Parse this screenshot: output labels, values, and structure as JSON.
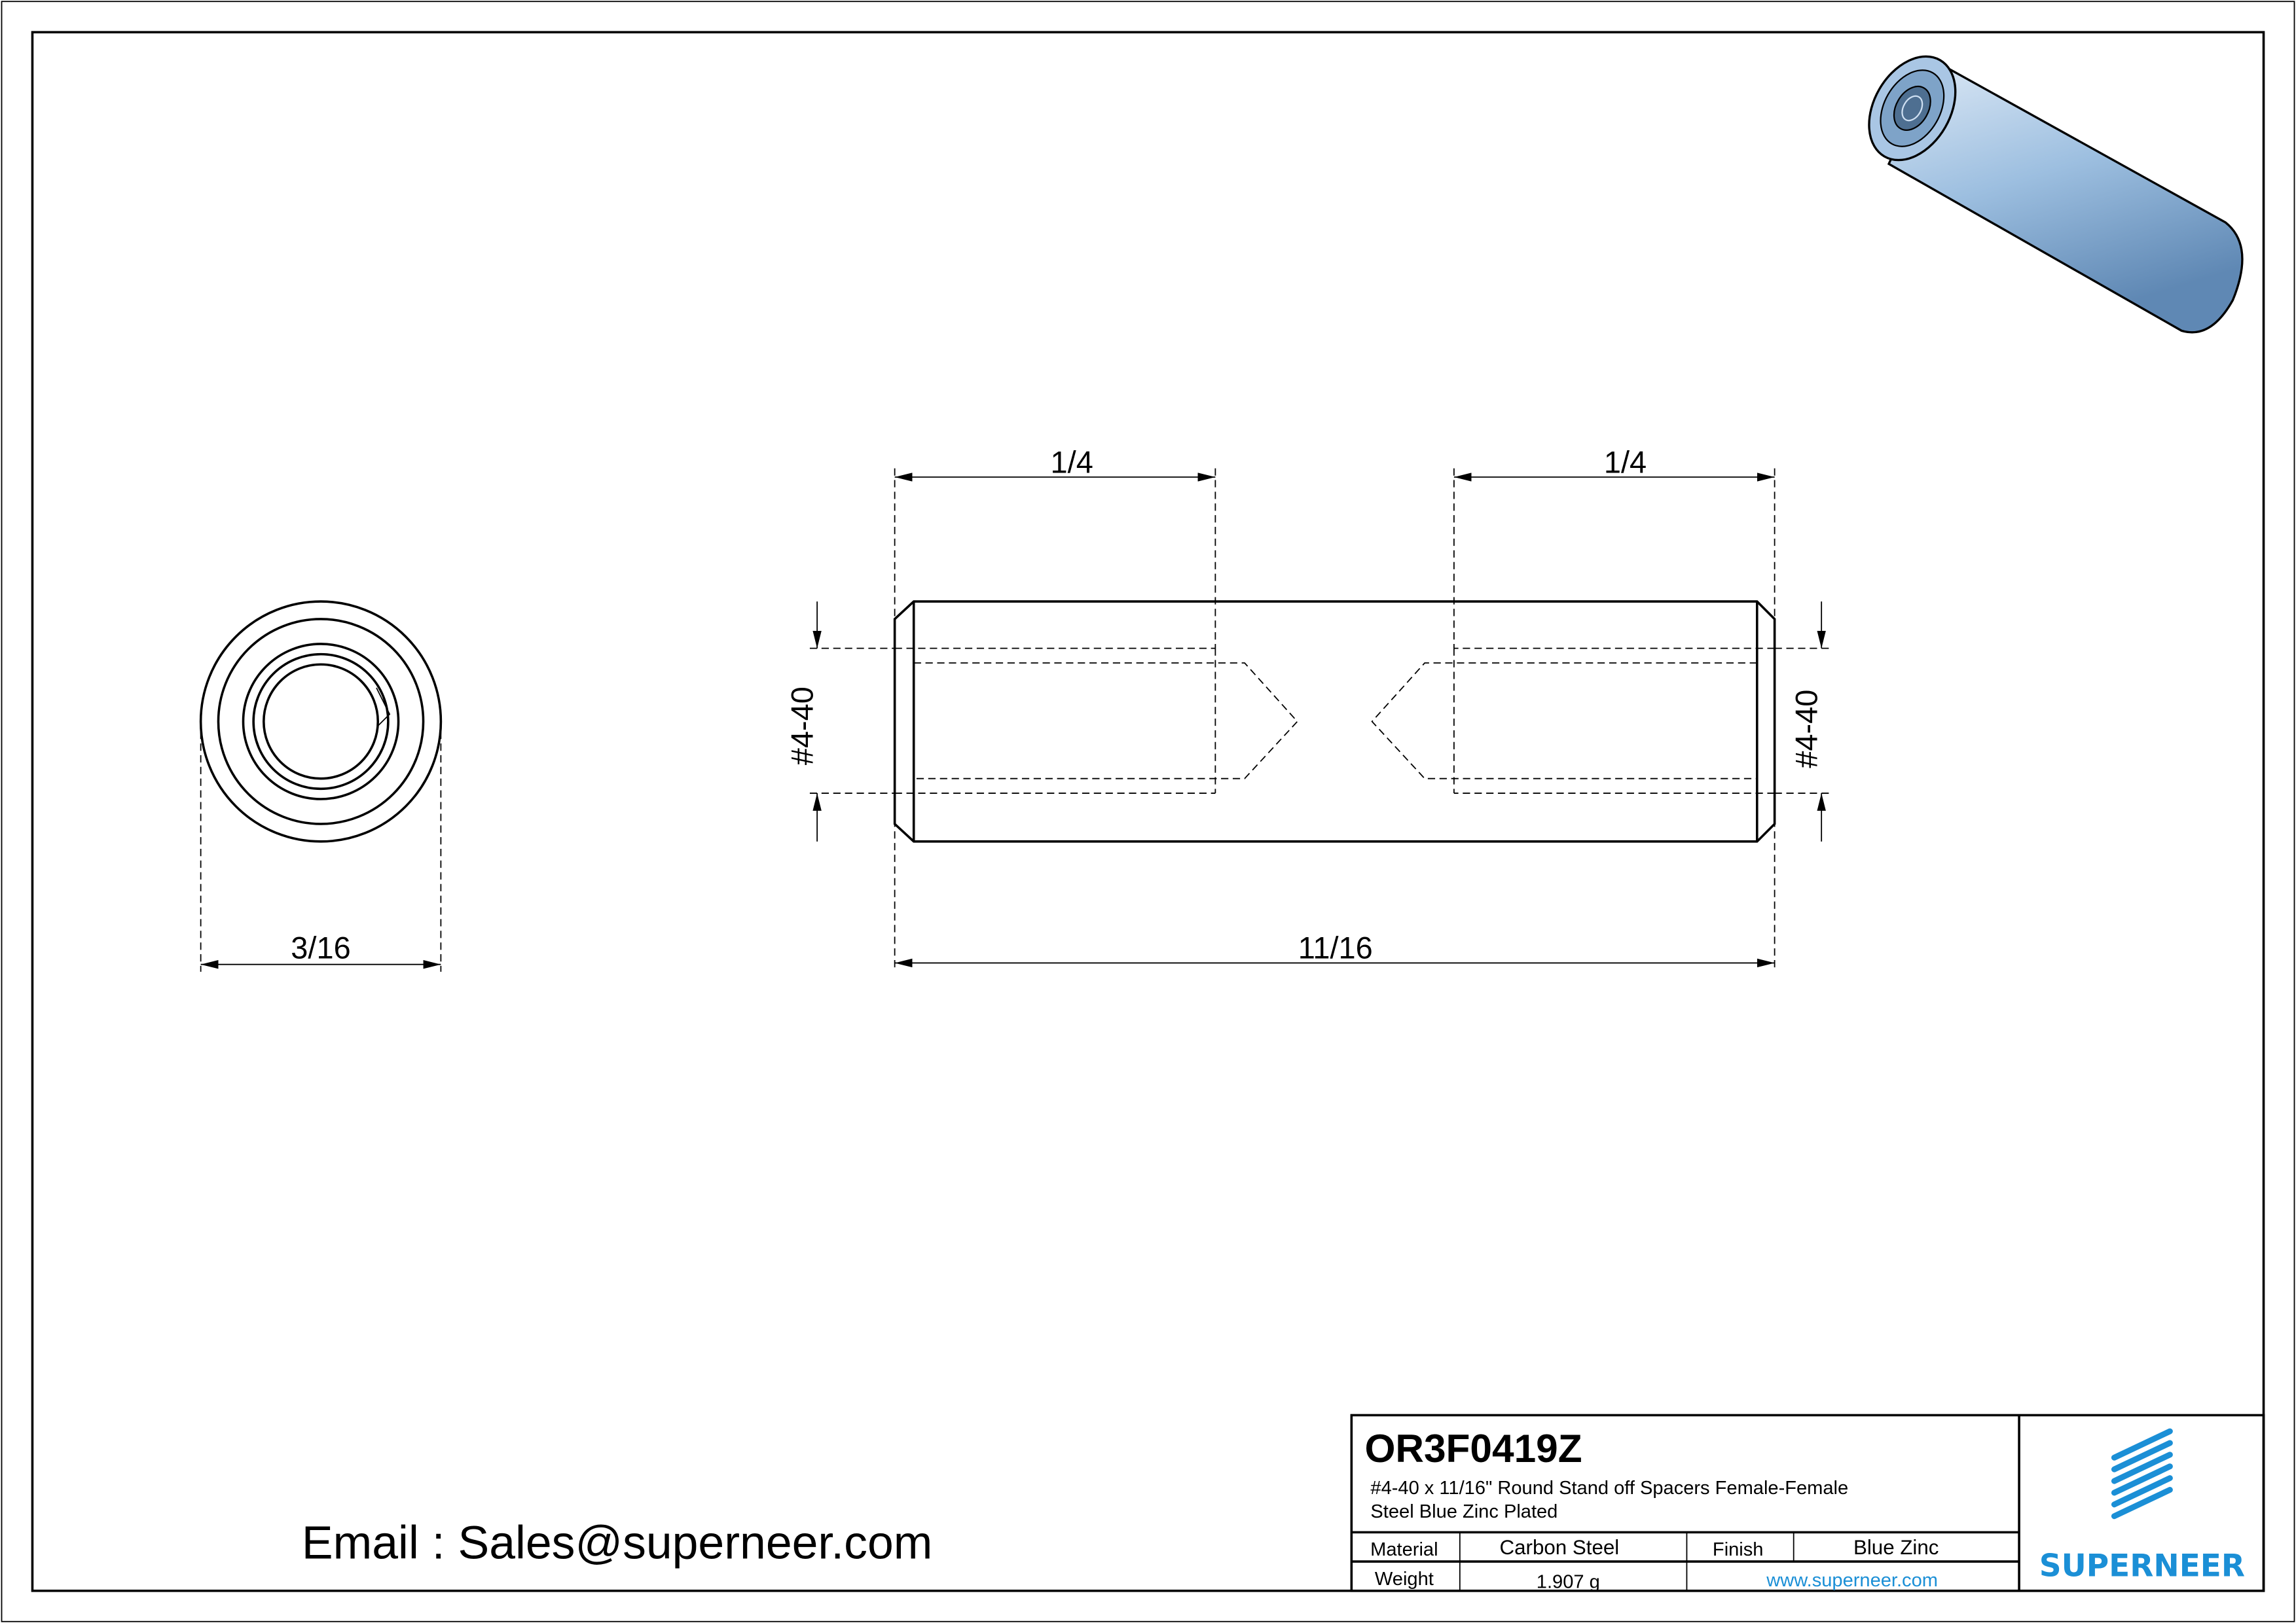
{
  "drawing": {
    "part_number": "OR3F0419Z",
    "description_line1": "#4-40 x 11/16\"  Round Stand off Spacers Female-Female",
    "description_line2": "Steel Blue Zinc Plated",
    "material_label": "Material",
    "material_value": "Carbon Steel",
    "finish_label": "Finish",
    "finish_value": "Blue Zinc",
    "weight_label": "Weight",
    "weight_value": "1.907 g",
    "website": "www.superneer.com",
    "brand": "SUPERNEER",
    "email": "Email : Sales@superneer.com",
    "brand_color": "#1b8fd6",
    "part_color": "#9dbfe0"
  },
  "dimensions": {
    "outer_diameter": "3/16",
    "thread_depth_left": "1/4",
    "thread_depth_right": "1/4",
    "overall_length": "11/16",
    "thread_left": "#4-40",
    "thread_right": "#4-40"
  }
}
